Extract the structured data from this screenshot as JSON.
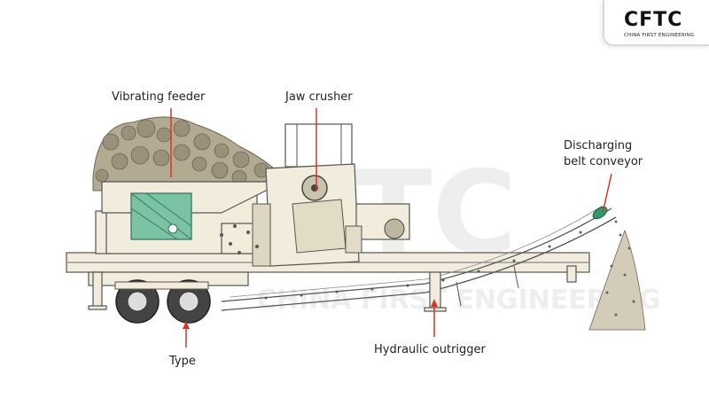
{
  "logo": {
    "name": "CFTC",
    "subtitle": "CHINA FIRST ENGINEERING"
  },
  "labels": {
    "vibrating_feeder": "Vibrating feeder",
    "jaw_crusher": "Jaw crusher",
    "discharging_line1": "Discharging",
    "discharging_line2": "belt conveyor",
    "type": "Type",
    "hydraulic_outrigger": "Hydraulic outrigger"
  },
  "colors": {
    "accent": "#d9342b",
    "leader_line": "#d9342b",
    "machine_fill": "#f1ecdc",
    "machine_stroke": "#555555",
    "feeder_green": "#5fa88a"
  }
}
